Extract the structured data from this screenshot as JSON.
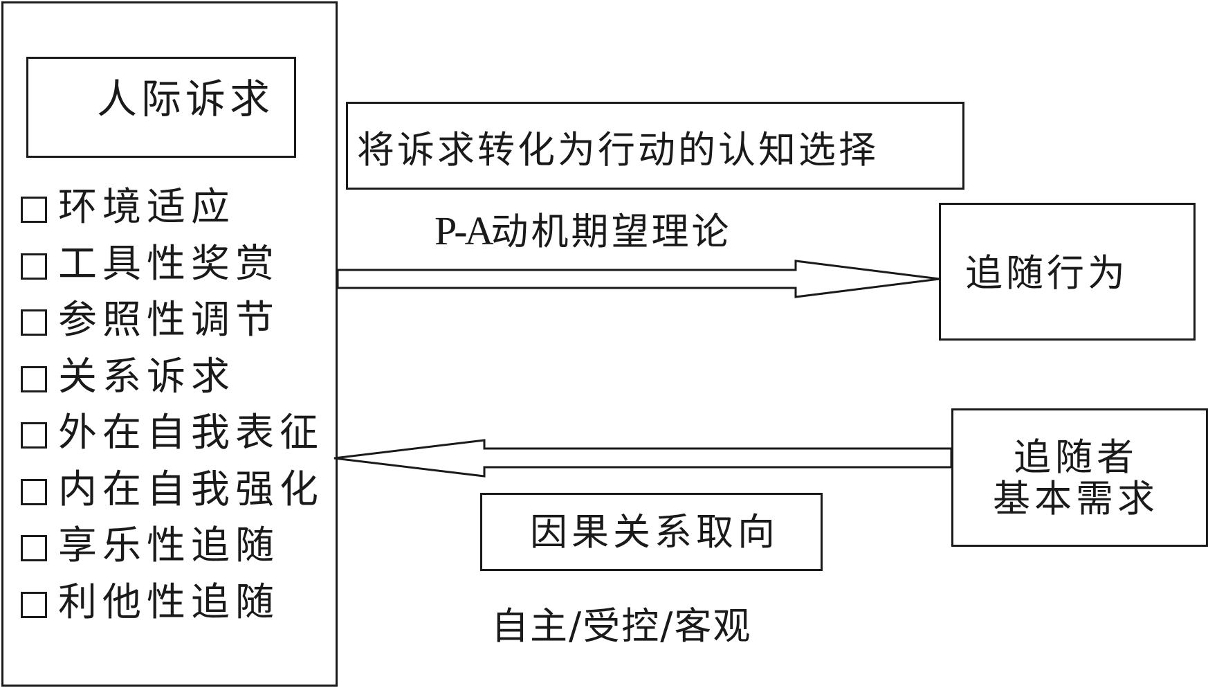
{
  "left_panel": {
    "title": "人际诉求",
    "items": [
      "环境适应",
      "工具性奖赏",
      "参照性调节",
      "关系诉求",
      "外在自我表征",
      "内在自我强化",
      "享乐性追随",
      "利他性追随"
    ]
  },
  "top_box": {
    "label": "将诉求转化为行动的认知选择"
  },
  "pa_theory": {
    "prefix": "P-A",
    "text": "动机期望理论"
  },
  "behavior_box": {
    "label": "追随行为"
  },
  "needs_box": {
    "line1": "追随者",
    "line2": "基本需求"
  },
  "causal_box": {
    "label": "因果关系取向"
  },
  "orientation_sub": "自主/受控/客观"
}
